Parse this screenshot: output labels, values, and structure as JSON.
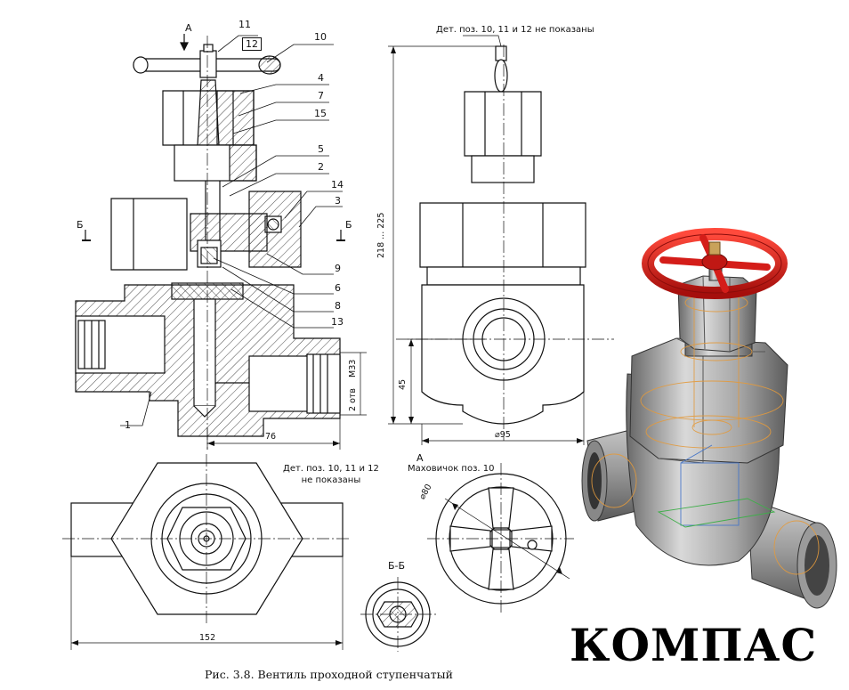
{
  "callouts": [
    "11",
    "12",
    "10",
    "4",
    "7",
    "15",
    "5",
    "2",
    "14",
    "3",
    "9",
    "6",
    "8",
    "13",
    "1"
  ],
  "view_labels": {
    "arrow_a_top": "А",
    "arrow_a_plan": "А",
    "section_left": "Б",
    "section_right": "Б",
    "section_bb": "Б-Б"
  },
  "notes": {
    "right_view_note": "Дет. поз. 10, 11 и 12 не показаны",
    "plan_note_line1": "Дет. поз. 10, 11 и 12",
    "plan_note_line2": "не показаны",
    "handwheel_title": "Маховичок поз. 10"
  },
  "dimensions": {
    "width_76": "76",
    "thread_m33": "М33",
    "two_holes": "2 отв",
    "height_45": "45",
    "height_range": "218 ... 225",
    "diameter_95": "⌀95",
    "diameter_80": "⌀80",
    "length_152": "152"
  },
  "caption": "Рис. 3.8. Вентиль проходной ступенчатый",
  "brand": "КОМПАС",
  "colors": {
    "line": "#111111",
    "hatch": "#333333",
    "handwheel_red": "#e0201c",
    "handwheel_dark": "#9a0f0d",
    "metal_light": "#d8d8d8",
    "metal_mid": "#9e9e9e",
    "metal_dark": "#5e5e5e",
    "wire_orange": "#e39a3c",
    "wire_blue": "#4a78c8",
    "wire_green": "#3fae4a"
  },
  "icons": [
    "valve-section-drawing",
    "valve-side-view",
    "valve-plan-view",
    "handwheel-view",
    "section-bb-view",
    "valve-3d-render"
  ]
}
